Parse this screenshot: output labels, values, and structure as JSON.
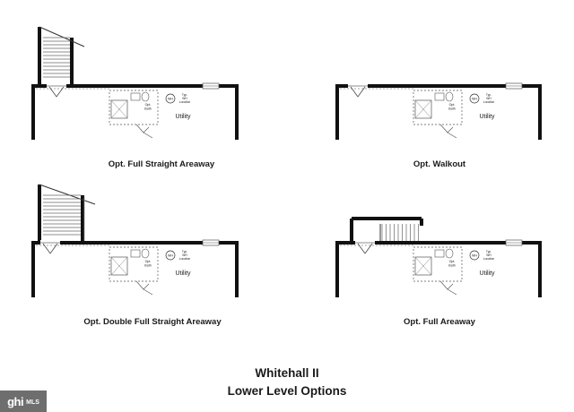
{
  "document": {
    "title": "Whitehall II",
    "subtitle": "Lower Level Options"
  },
  "plans": [
    {
      "id": "full-straight-areaway",
      "caption": "Opt. Full Straight Areaway",
      "stair": "diagonal-single",
      "room_label": "Utility",
      "bath_label": "Opt. Bath",
      "wh_label": "WH",
      "wh_note": "Typ. WH Location"
    },
    {
      "id": "walkout",
      "caption": "Opt. Walkout",
      "stair": "none",
      "room_label": "Utility",
      "bath_label": "Opt. Bath",
      "wh_label": "WH",
      "wh_note": "Typ. WH Location"
    },
    {
      "id": "double-full-straight-areaway",
      "caption": "Opt. Double Full Straight Areaway",
      "stair": "diagonal-double",
      "room_label": "Utility",
      "bath_label": "Opt. Bath",
      "wh_label": "WH",
      "wh_note": "Typ. WH Location"
    },
    {
      "id": "full-areaway",
      "caption": "Opt. Full Areaway",
      "stair": "side-areaway",
      "room_label": "Utility",
      "bath_label": "Opt. Bath",
      "wh_label": "WH",
      "wh_note": "Typ. WH Location"
    }
  ],
  "watermark": {
    "main": "ghi",
    "sub": "MLS"
  },
  "colors": {
    "wall": "#111111",
    "dashed": "#555555",
    "text": "#1a1a1a",
    "watermark_bg": "#6e6e6e"
  }
}
